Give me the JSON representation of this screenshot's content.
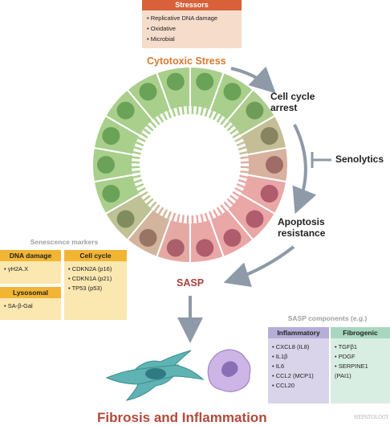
{
  "stressors": {
    "title": "Stressors",
    "items": [
      "Replicative DNA damage",
      "Oxidative",
      "Microbial"
    ]
  },
  "labels": {
    "cytotoxic_stress": "Cytotoxic Stress",
    "cell_cycle_arrest": "Cell cycle arrest",
    "senolytics": "Senolytics",
    "apoptosis_resistance": "Apoptosis resistance",
    "sasp": "SASP",
    "fibrosis": "Fibrosis and Inflammation",
    "watermark": "HEPATOLOGY"
  },
  "senescence_markers": {
    "title": "Senescence markers",
    "dna_damage": {
      "title": "DNA damage",
      "items": [
        "γH2A.X"
      ]
    },
    "lysosomal": {
      "title": "Lysosomal",
      "items": [
        "SA-β-Gal"
      ]
    },
    "cell_cycle": {
      "title": "Cell cycle",
      "items": [
        "CDKN2A (p16)",
        "CDKN1A (p21)",
        "TP53 (p53)"
      ]
    }
  },
  "sasp_components": {
    "title": "SASP components (e.g.)",
    "inflammatory": {
      "title": "Inflammatory",
      "items": [
        "CXCL8 (IL8)",
        "IL1β",
        "IL6",
        "CCL2 (MCP1)",
        "CCL20"
      ]
    },
    "fibrogenic": {
      "title": "Fibrogenic",
      "items": [
        "TGFβ1",
        "PDGF",
        "SERPINE1 (PAI1)"
      ]
    }
  },
  "colors": {
    "stress_orange": "#d87a2f",
    "sasp_red": "#a8403a",
    "fibrosis_red": "#b24a3b",
    "arrow_gray": "#8e9aa8",
    "healthy_green": "#a9cf8c",
    "senescent_pink": "#e9a7a5"
  }
}
